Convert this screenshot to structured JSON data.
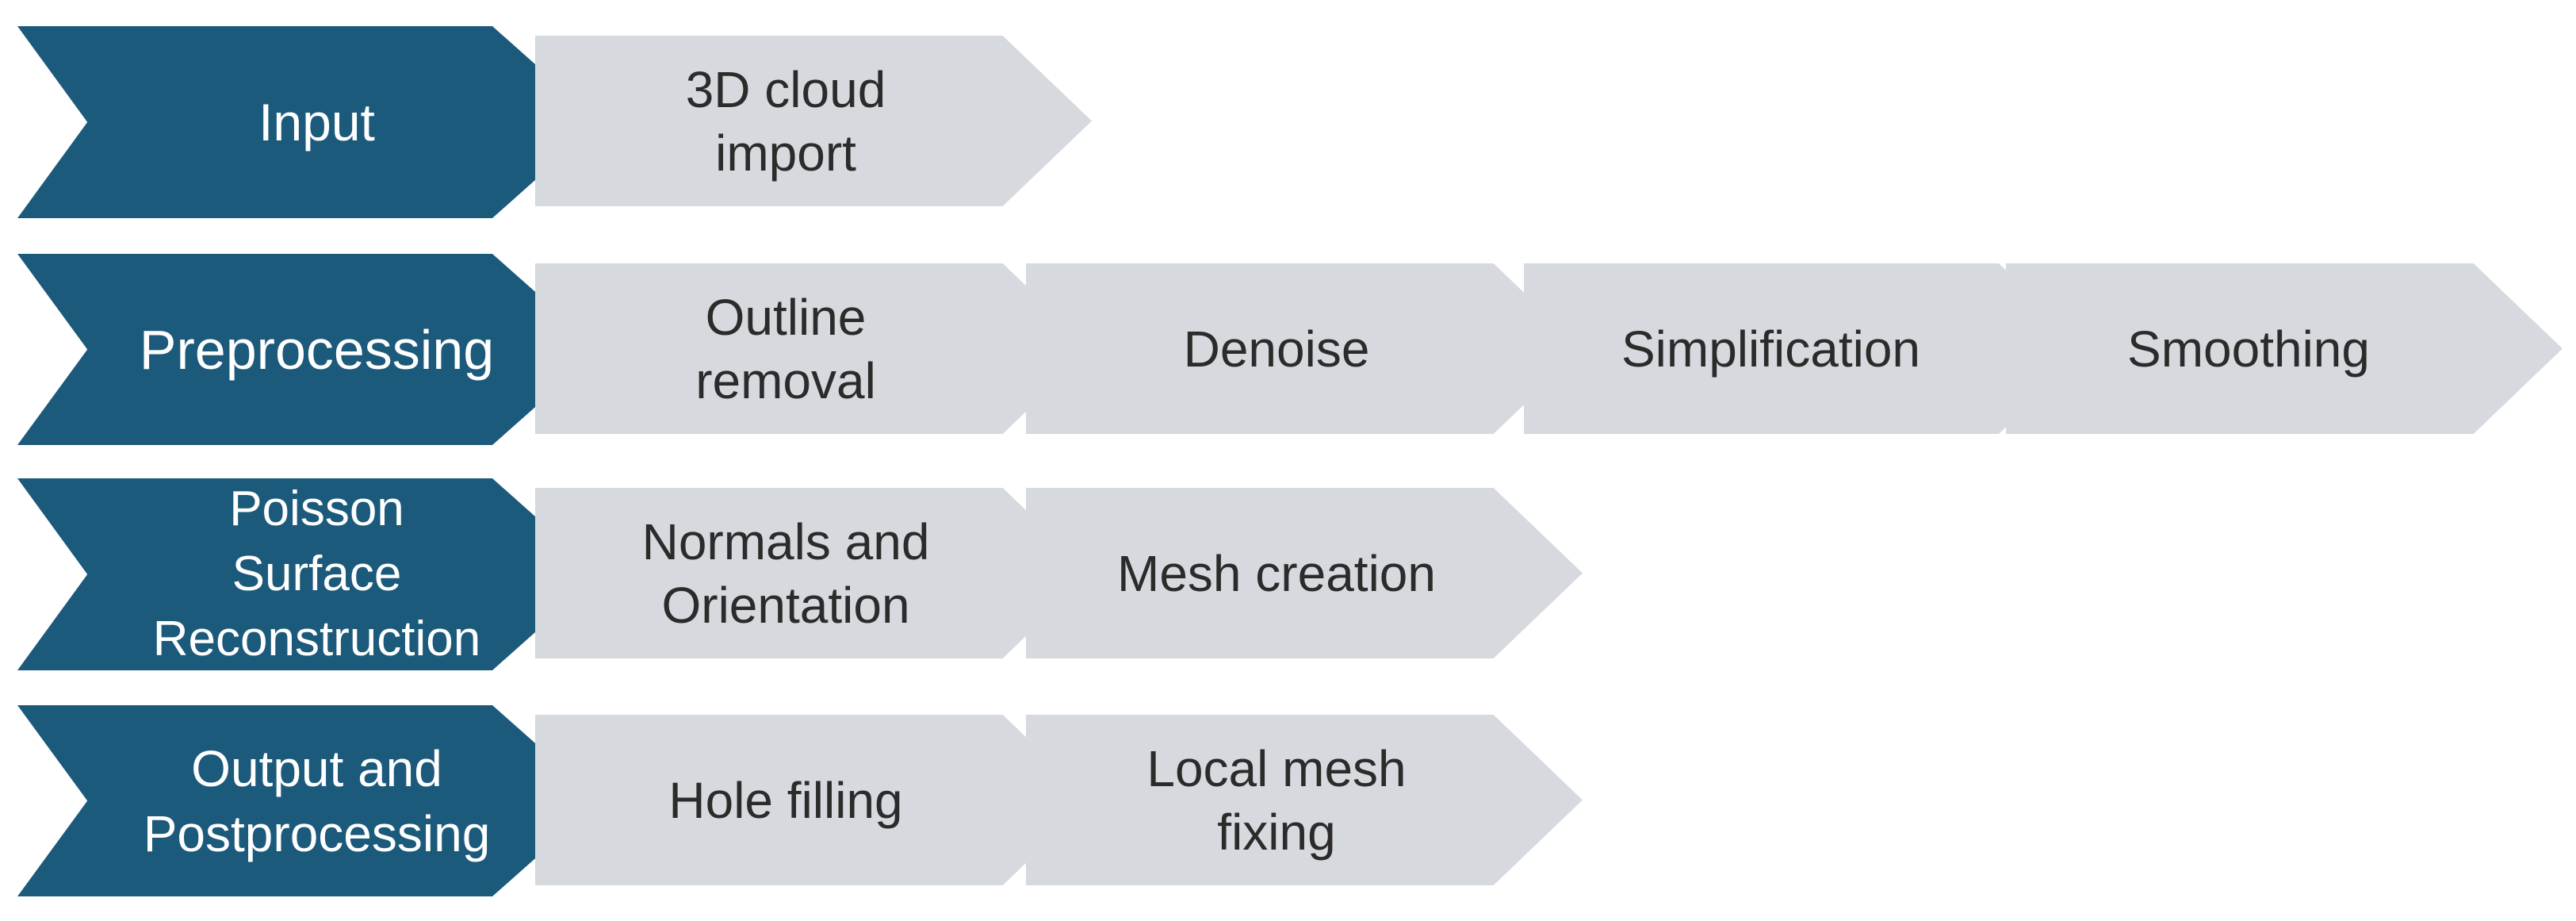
{
  "diagram": {
    "colors": {
      "stage_fill": "#1c5a7c",
      "stage_text": "#ffffff",
      "step_fill": "#d6d9dd",
      "step_text": "#2b2b2b"
    },
    "rows": [
      {
        "stage": "Input",
        "steps": [
          "3D cloud\nimport"
        ]
      },
      {
        "stage": "Preprocessing",
        "steps": [
          "Outline\nremoval",
          "Denoise",
          "Simplification",
          "Smoothing"
        ]
      },
      {
        "stage": "Poisson\nSurface\nReconstruction",
        "steps": [
          "Normals and\nOrientation",
          "Mesh creation"
        ]
      },
      {
        "stage": "Output and\nPostprocessing",
        "steps": [
          "Hole filling",
          "Local mesh\nfixing"
        ]
      }
    ]
  }
}
